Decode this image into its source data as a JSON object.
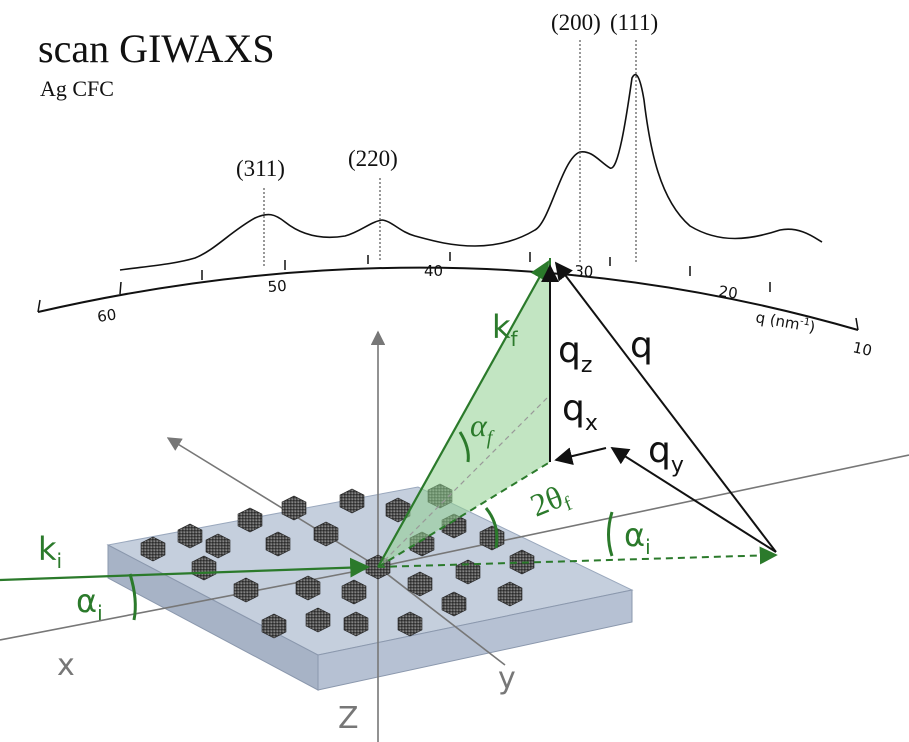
{
  "header": {
    "title": "scan GIWAXS",
    "subtitle": "Ag CFC"
  },
  "peaks": [
    {
      "label": "(311)",
      "q": 50.2
    },
    {
      "label": "(220)",
      "q": 43.5
    },
    {
      "label": "(200)",
      "q": 30.2
    },
    {
      "label": "(111)",
      "q": 26.6
    }
  ],
  "q_axis": {
    "label": "q (nm",
    "unit_exp": "-1",
    "unit_close": ")",
    "ticks": [
      "60",
      "50",
      "40",
      "30",
      "20",
      "10"
    ]
  },
  "vectors": {
    "q": "q",
    "qz": {
      "base": "q",
      "sub": "z"
    },
    "qx": {
      "base": "q",
      "sub": "x"
    },
    "qy": {
      "base": "q",
      "sub": "y"
    },
    "kf": {
      "base": "k",
      "sub": "f"
    },
    "ki": {
      "base": "k",
      "sub": "i"
    },
    "alpha_f": {
      "base": "α",
      "sub": "f"
    },
    "alpha_i_left": {
      "base": "α",
      "sub": "i"
    },
    "alpha_i_right": {
      "base": "α",
      "sub": "i"
    },
    "two_theta_f": {
      "base": "2θ",
      "sub": "f"
    }
  },
  "axes": {
    "x": "x",
    "y": "y",
    "z": "Z"
  },
  "colors": {
    "beam_green": "#2b7a2b",
    "substrate": "#c5cfdd",
    "nanoparticle": "#4a4a4a"
  }
}
